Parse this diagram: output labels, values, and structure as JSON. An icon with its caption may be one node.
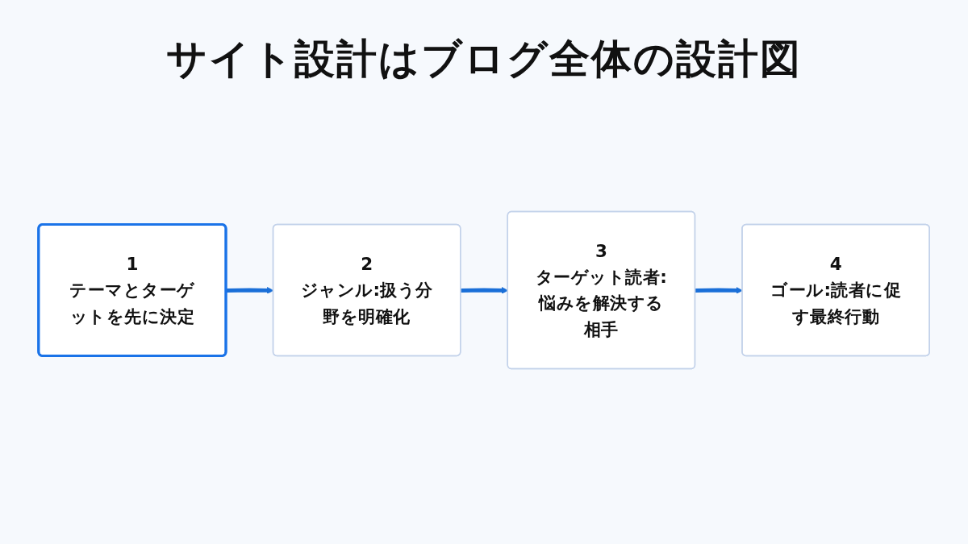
{
  "diagram": {
    "title": "サイト設計はブログ全体の設計図",
    "nodes": [
      {
        "text": [
          "1",
          "テーマとターゲットを先に決定"
        ]
      },
      {
        "text": [
          "2",
          "ジャンル:扱う分野を明確化"
        ]
      },
      {
        "text": [
          "3",
          "ターゲット読者:悩みを解決する相手"
        ]
      },
      {
        "text": [
          "4",
          "ゴール:読者に促す最終行動"
        ]
      }
    ],
    "edges": [
      {
        "from": 0,
        "to": 1,
        "arrow": "to"
      },
      {
        "from": 1,
        "to": 2,
        "arrow": "to"
      },
      {
        "from": 2,
        "to": 3,
        "arrow": "to"
      }
    ]
  }
}
